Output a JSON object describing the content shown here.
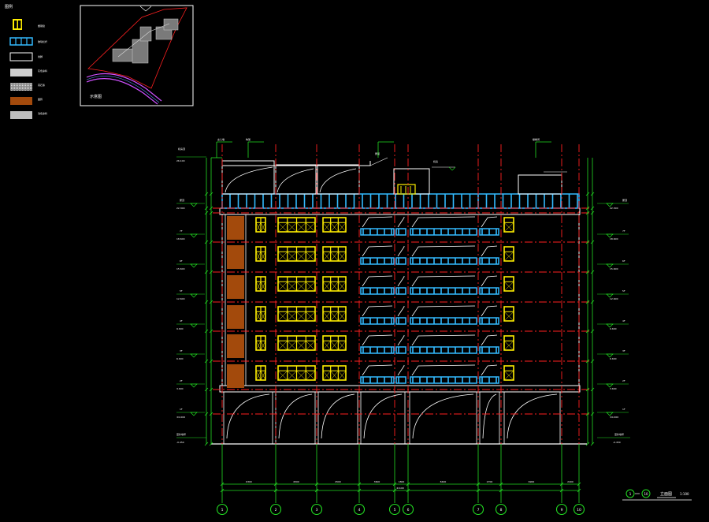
{
  "colors": {
    "background": "#000000",
    "frame": "#ffffff",
    "structure": "#ff2020",
    "dimension": "#22dd22",
    "window": "#ffee00",
    "glass": "#33bbff",
    "wall_panel": "#a34a0c",
    "text": "#ffffff"
  },
  "icons": [
    "legend-swatch-window",
    "legend-swatch-glass",
    "legend-swatch-frame",
    "legend-swatch-paint-grey",
    "legend-swatch-paint-dotted",
    "legend-swatch-brick",
    "legend-swatch-paint-light",
    "grid-axis-bubble-icon",
    "level-marker-icon"
  ],
  "legend": {
    "title": "图例",
    "items": [
      {
        "label": "塑钢窗"
      },
      {
        "label": "玻璃栏杆"
      },
      {
        "label": "线脚"
      },
      {
        "label": "灰色涂料"
      },
      {
        "label": "真石漆"
      },
      {
        "label": "面砖"
      },
      {
        "label": "浅色涂料"
      }
    ]
  },
  "key_plan": {
    "label": "示意图"
  },
  "drawing": {
    "title": "立面图",
    "scale": "1:100",
    "axis_start": "1",
    "axis_end": "10"
  },
  "axes": [
    "1",
    "2",
    "3",
    "4",
    "5",
    "6",
    "7",
    "8",
    "9",
    "10"
  ],
  "levels": [
    {
      "label": "屋顶",
      "elev": "22.300"
    },
    {
      "label": "7F",
      "elev": "18.600"
    },
    {
      "label": "6F",
      "elev": "15.600"
    },
    {
      "label": "5F",
      "elev": "12.600"
    },
    {
      "label": "4F",
      "elev": "9.600"
    },
    {
      "label": "3F",
      "elev": "6.600"
    },
    {
      "label": "2F",
      "elev": "3.600"
    },
    {
      "label": "1F",
      "elev": "±0.000"
    }
  ],
  "top_level": {
    "label": "机房顶",
    "elev": "26.100"
  },
  "bottom_level": {
    "label": "室外地坪",
    "elev": "-0.450"
  },
  "bay_dims": [
    "6300",
    "4500",
    "4500",
    "3600",
    "1800",
    "8400",
    "2700",
    "6900",
    "2400"
  ],
  "total_dim": "41100",
  "annotations": [
    "女儿墙",
    "构架",
    "屋面",
    "机房",
    "楼梯间"
  ]
}
